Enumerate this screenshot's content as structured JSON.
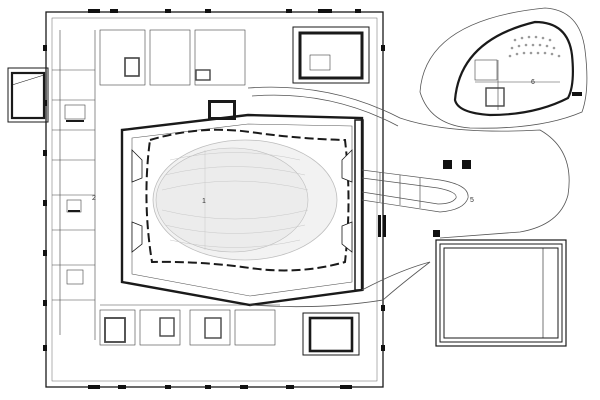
{
  "colors": {
    "background": "#ffffff",
    "wall": "#1a1a1a",
    "thin_line": "#555555",
    "seating": "#bdbdbd",
    "column": "#111111"
  },
  "room_labels": {
    "stair_hall": "2",
    "auditorium": "1",
    "studio": "6",
    "foyer": "5"
  }
}
